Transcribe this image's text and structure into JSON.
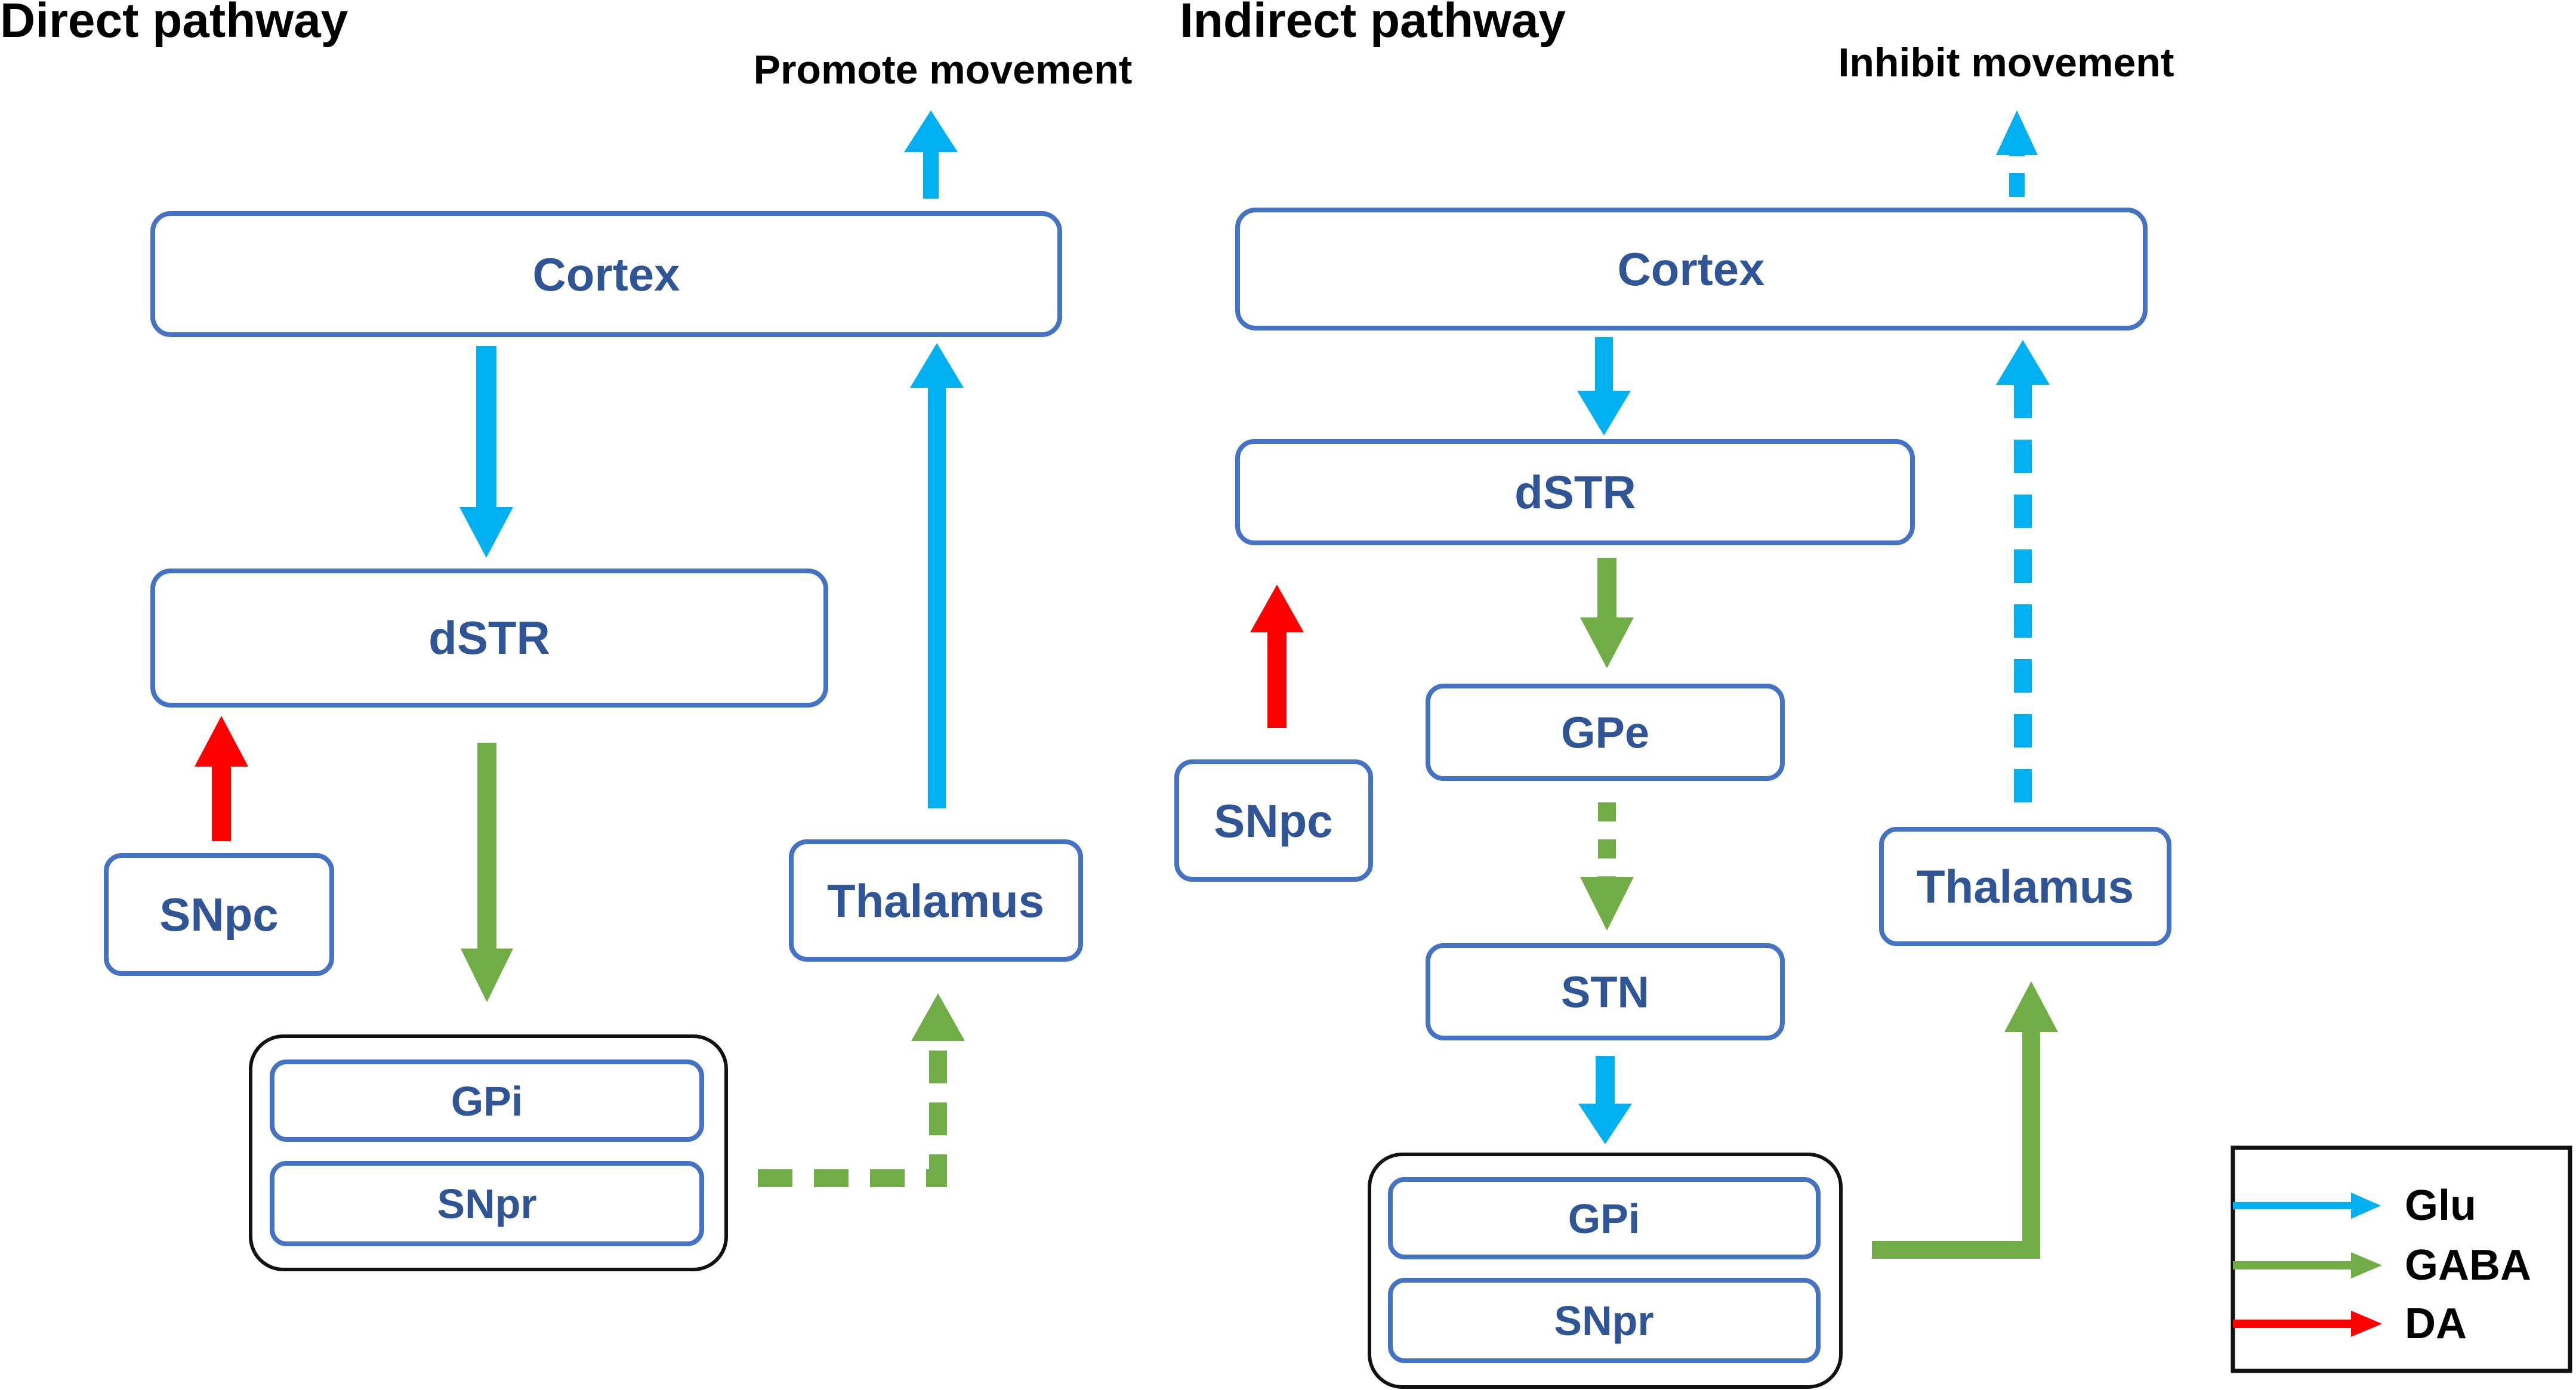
{
  "colors": {
    "glu": "#00B0F0",
    "gaba": "#70AD47",
    "da": "#FF0000",
    "box_stroke": "#4472C4",
    "box_text": "#2F5597"
  },
  "direct": {
    "title": "Direct pathway",
    "caption": "Promote movement",
    "nodes": {
      "cortex": "Cortex",
      "dstr": "dSTR",
      "snpc": "SNpc",
      "thalamus": "Thalamus",
      "gpi": "GPi",
      "snpr": "SNpr"
    }
  },
  "indirect": {
    "title": "Indirect pathway",
    "caption": "Inhibit movement",
    "nodes": {
      "cortex": "Cortex",
      "dstr": "dSTR",
      "snpc": "SNpc",
      "gpe": "GPe",
      "stn": "STN",
      "thalamus": "Thalamus",
      "gpi": "GPi",
      "snpr": "SNpr"
    }
  },
  "legend": {
    "items": [
      {
        "label": "Glu",
        "color": "#00B0F0"
      },
      {
        "label": "GABA",
        "color": "#70AD47"
      },
      {
        "label": "DA",
        "color": "#FF0000"
      }
    ]
  }
}
